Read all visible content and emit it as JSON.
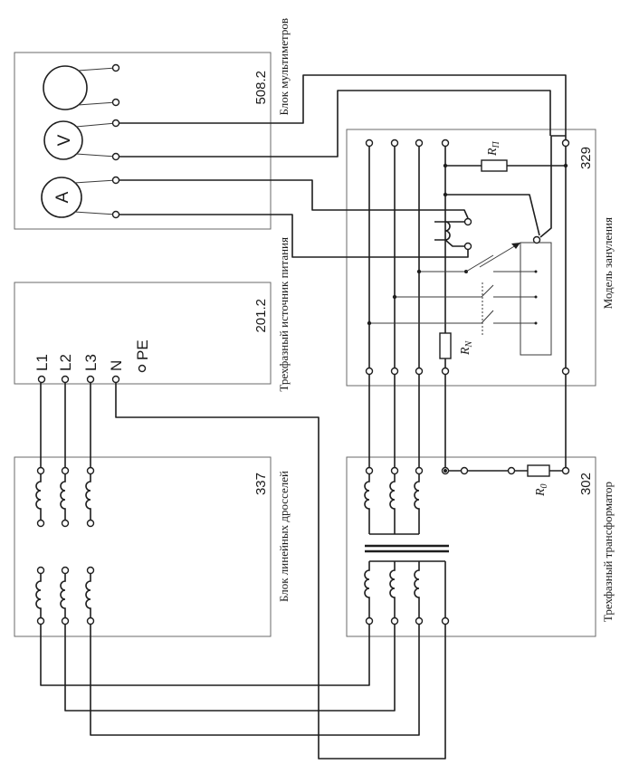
{
  "blocks": {
    "multimeters": {
      "number": "508.2",
      "title": "Блок мультиметров",
      "meters": [
        "",
        "V",
        "A"
      ]
    },
    "model": {
      "number": "329",
      "title": "Модель зануления"
    },
    "power": {
      "number": "201.2",
      "title": "Трехфазный источник питания",
      "terminals": [
        "L1",
        "L2",
        "L3",
        "N",
        "PE"
      ]
    },
    "chokes": {
      "number": "337",
      "title": "Блок линейных дросселей"
    },
    "transformer": {
      "number": "302",
      "title": "Трехфазный трансформатор"
    }
  },
  "resistors": {
    "rp": "R",
    "rp_sub": "П",
    "rn": "R",
    "rn_sub": "N",
    "r0": "R",
    "r0_sub": "0"
  }
}
